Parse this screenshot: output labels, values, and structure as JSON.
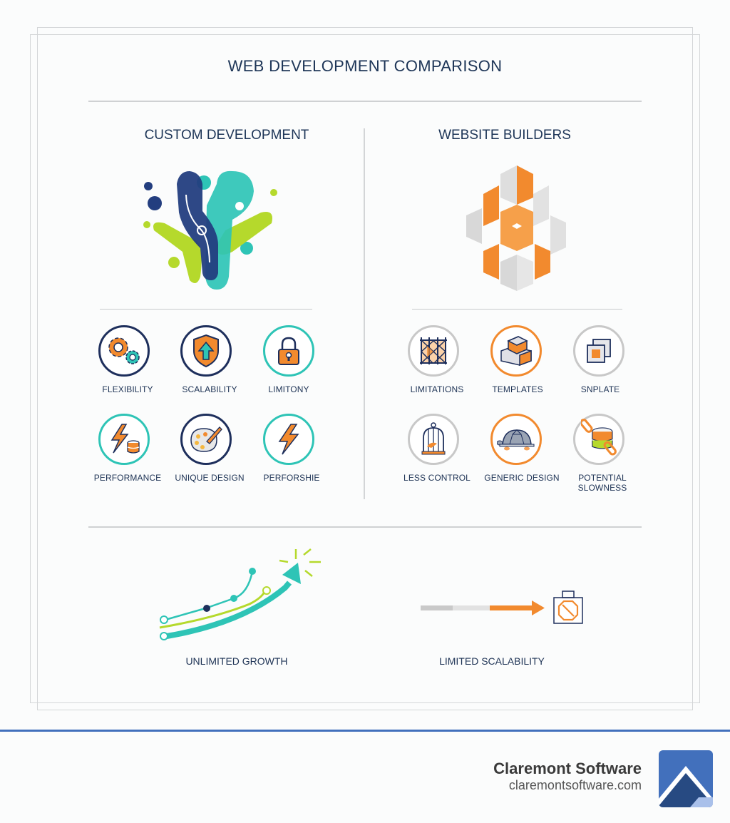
{
  "title": "WEB DEVELOPMENT COMPARISON",
  "columns": {
    "left": {
      "heading": "CUSTOM DEVELOPMENT",
      "items": [
        {
          "label": "FLEXIBILITY",
          "icon": "gears-icon"
        },
        {
          "label": "SCALABILITY",
          "icon": "shield-arrow-icon"
        },
        {
          "label": "LIMITONY",
          "icon": "padlock-icon"
        },
        {
          "label": "PERFORMANCE",
          "icon": "lightning-database-icon"
        },
        {
          "label": "UNIQUE DESIGN",
          "icon": "palette-icon"
        },
        {
          "label": "PERFORSHIE",
          "icon": "lightning-icon"
        }
      ]
    },
    "right": {
      "heading": "WEBSITE BUILDERS",
      "items": [
        {
          "label": "LIMITATIONS",
          "icon": "grid-fence-icon"
        },
        {
          "label": "TEMPLATES",
          "icon": "blocks-icon"
        },
        {
          "label": "SNPLATE",
          "icon": "stacked-squares-icon"
        },
        {
          "label": "LESS CONTROL",
          "icon": "birdcage-icon"
        },
        {
          "label": "GENERIC DESIGN",
          "icon": "turtle-icon"
        },
        {
          "label": "POTENTIAL SLOWNESS",
          "icon": "broken-chain-database-icon"
        }
      ]
    }
  },
  "bottom": {
    "left_label": "UNLIMITED GROWTH",
    "right_label": "LIMITED SCALABILITY"
  },
  "footer": {
    "company": "Claremont Software",
    "url": "claremontsoftware.com"
  },
  "colors": {
    "navy": "#1e2f5c",
    "teal": "#2ec4b6",
    "lime": "#b5d92c",
    "orange": "#f28a2e",
    "grey": "#c8c8c8",
    "brand_blue": "#4270bc"
  }
}
